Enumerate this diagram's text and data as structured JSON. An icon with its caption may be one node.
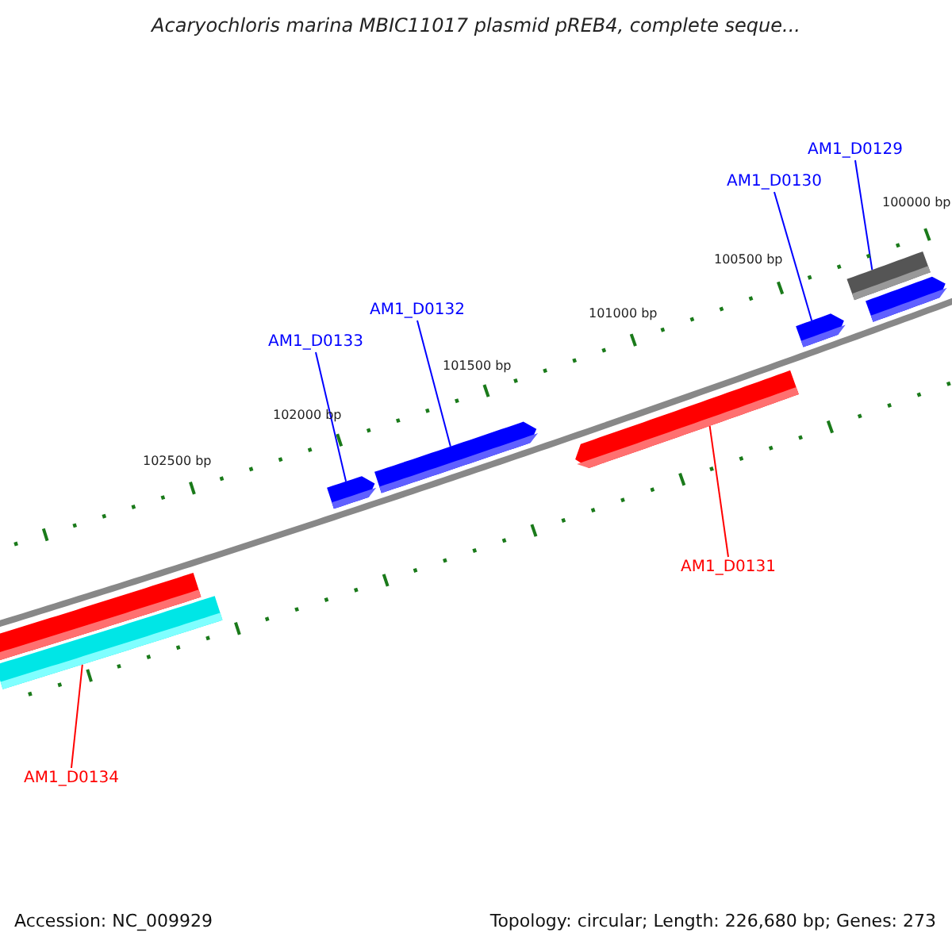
{
  "diagram": {
    "title": "Acaryochloris marina MBIC11017 plasmid pREB4, complete seque...",
    "nodes": [
      {
        "text": [
          "AM1_D0129"
        ]
      },
      {
        "text": [
          "AM1_D0130"
        ]
      },
      {
        "text": [
          "AM1_D0132"
        ]
      },
      {
        "text": [
          "AM1_D0133"
        ]
      },
      {
        "text": [
          "AM1_D0131"
        ]
      },
      {
        "text": [
          "AM1_D0134"
        ]
      },
      {
        "text": [],
        "shape": "bar"
      },
      {
        "text": [],
        "shape": "bar"
      },
      {
        "text": [],
        "shape": "bar"
      },
      {
        "text": [],
        "shape": "bar"
      },
      {
        "text": [],
        "shape": "bar"
      },
      {
        "text": [],
        "shape": "bar"
      },
      {
        "text": [],
        "shape": "bar"
      },
      {
        "text": [],
        "shape": "bar"
      }
    ],
    "edges": [
      {
        "from": 0,
        "to": 12,
        "arrow": "none"
      },
      {
        "from": 1,
        "to": 11,
        "arrow": "none"
      },
      {
        "from": 2,
        "to": 9,
        "arrow": "none"
      },
      {
        "from": 3,
        "to": 8,
        "arrow": "none"
      },
      {
        "from": 4,
        "to": 10,
        "arrow": "none",
        "color": "#ff0000"
      },
      {
        "from": 5,
        "to": 7,
        "arrow": "none",
        "color": "#ff0000"
      }
    ],
    "labels": [
      "100000 bp",
      "100500 bp",
      "101000 bp",
      "101500 bp",
      "102000 bp",
      "102500 bp",
      "Accession: NC_009929",
      "Topology: circular; Length: 226,680 bp; Genes: 273"
    ]
  }
}
